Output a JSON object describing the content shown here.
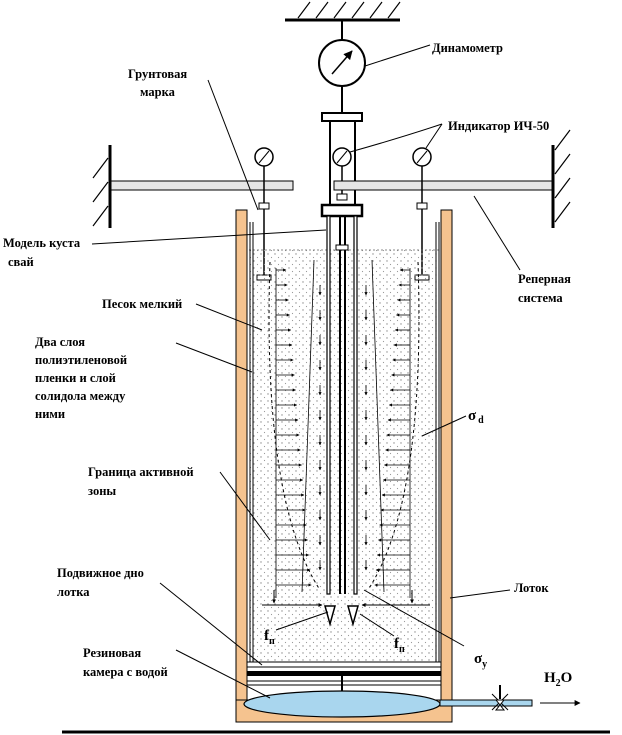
{
  "labels": {
    "dynamometer": "Динамометр",
    "ground_mark_1": "Грунтовая",
    "ground_mark_2": "марка",
    "indicator": "Индикатор ИЧ-50",
    "pile_group_1": "Модель куста",
    "pile_group_2": "свай",
    "reference_1": "Реперная",
    "reference_2": "система",
    "sand": "Песок мелкий",
    "film_1": "Два слоя",
    "film_2": "полиэтиленовой",
    "film_3": "пленки и слой",
    "film_4": "солидола между",
    "film_5": "ними",
    "active_zone_1": "Граница активной",
    "active_zone_2": "зоны",
    "bottom_1": "Подвижное дно",
    "bottom_2": "лотка",
    "rubber_1": "Резиновая",
    "rubber_2": "камера с водой",
    "tray": "Лоток",
    "sigma_d": "σ",
    "sigma_d_sub": "d",
    "f_left": "f",
    "f_left_sub": "п",
    "f_right": "f",
    "f_right_sub": "п",
    "sigma_y": "σ",
    "sigma_y_sub": "у",
    "h2o_h": "H",
    "h2o_sub": "2",
    "h2o_o": "O"
  },
  "colors": {
    "tray_wall": "#f5c38f",
    "water": "#a9d6ee",
    "sand_dot": "#8a8a8a",
    "line": "#000000"
  }
}
